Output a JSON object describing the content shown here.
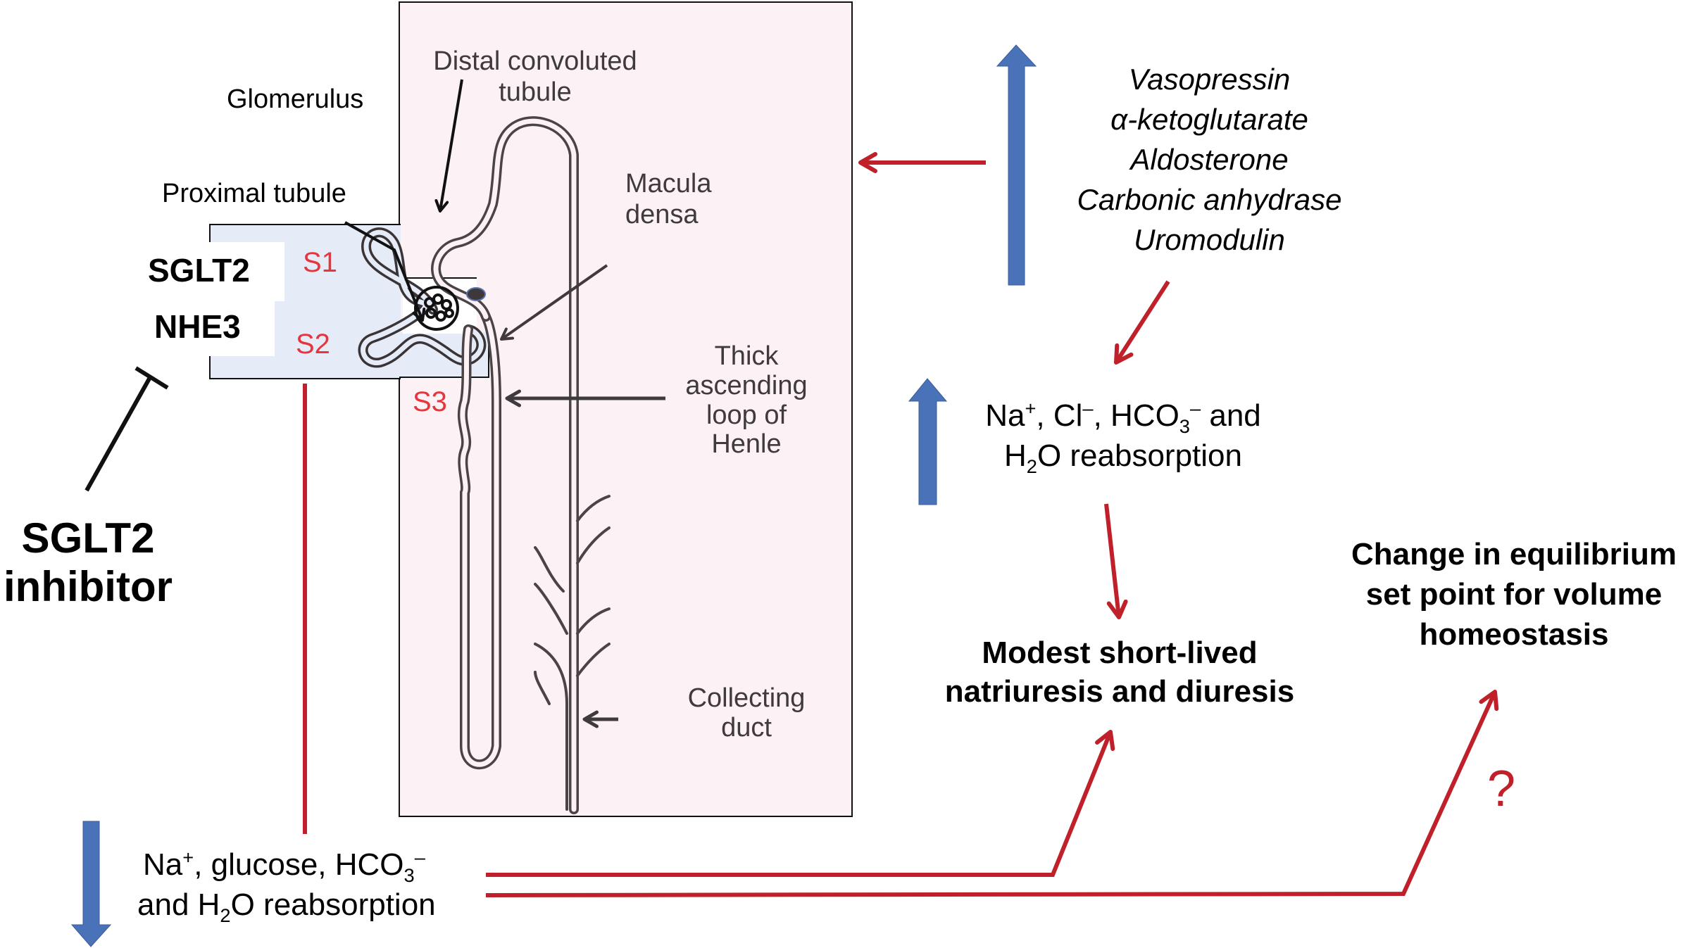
{
  "diagram": {
    "title": "SGLT2 inhibitor effects on nephron reabsorption",
    "colors": {
      "red_arrow": "#c0202a",
      "blue_arrow": "#4a72b8",
      "nephron_box_fill": "#fcf1f4",
      "proximal_box_fill": "#e6ecf7",
      "segment_label": "#e8343c",
      "nephron_label": "#3f3a3d",
      "tubule_stroke": "#3a3436",
      "macula_densa": "#3e383b"
    },
    "nephron_labels": {
      "distal_convoluted_tubule": [
        "Distal convoluted",
        "tubule"
      ],
      "glomerulus": "Glomerulus",
      "proximal_tubule": "Proximal tubule",
      "macula_densa": [
        "Macula",
        "densa"
      ],
      "thick_ascending_loop": [
        "Thick",
        "ascending",
        "loop of",
        "Henle"
      ],
      "collecting_duct": [
        "Collecting",
        "duct"
      ]
    },
    "segments": {
      "s1": "S1",
      "s2": "S2",
      "s3": "S3"
    },
    "transporters": {
      "sglt2": "SGLT2",
      "nhe3": "NHE3"
    },
    "inhibitor": {
      "line1": "SGLT2",
      "line2": "inhibitor"
    },
    "upregulated_factors": {
      "direction": "increase",
      "items": [
        "Vasopressin",
        "α-ketoglutarate",
        "Aldosterone",
        "Carbonic anhydrase",
        "Uromodulin"
      ]
    },
    "distal_reabsorption": {
      "direction": "increase",
      "line1": {
        "na": "Na",
        "na_sup": "+",
        "cl": ", Cl",
        "cl_sup": "–",
        "hco": ", HCO",
        "hco_sub": "3",
        "hco_sup": "–",
        "tail": " and"
      },
      "line2": {
        "h": "H",
        "h_sub": "2",
        "tail": "O reabsorption"
      }
    },
    "proximal_reabsorption": {
      "direction": "decrease",
      "line1": {
        "na": "Na",
        "na_sup": "+",
        "mid": ", glucose, HCO",
        "hco_sub": "3",
        "hco_sup": "–"
      },
      "line2": {
        "pre": "and H",
        "h_sub": "2",
        "tail": "O reabsorption"
      }
    },
    "outcomes": {
      "short_term": [
        "Modest short-lived",
        "natriuresis and diuresis"
      ],
      "long_term": [
        "Change in equilibrium",
        "set point for volume",
        "homeostasis"
      ],
      "uncertainty_mark": "?"
    }
  }
}
